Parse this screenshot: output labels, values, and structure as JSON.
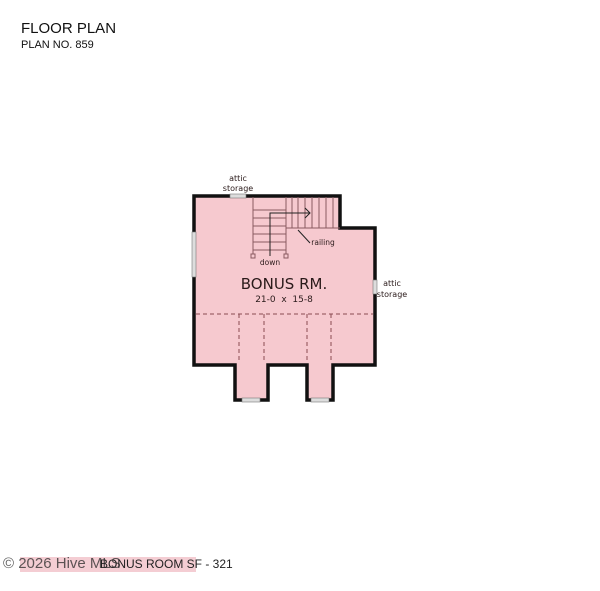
{
  "header": {
    "title": "FLOOR PLAN",
    "plan_no": "PLAN NO. 859"
  },
  "plan": {
    "room_name": "BONUS RM.",
    "room_dims": "21-0  x  15-8",
    "attic_top": [
      "attic",
      "storage"
    ],
    "attic_right": [
      "attic",
      "storage"
    ],
    "down_label": "down",
    "railing_label": "railing",
    "fill_color": "#f6c9cf"
  },
  "footer": {
    "sf_label": "BONUS ROOM SF - 321",
    "copyright": "© 2026 Hive MLS"
  }
}
